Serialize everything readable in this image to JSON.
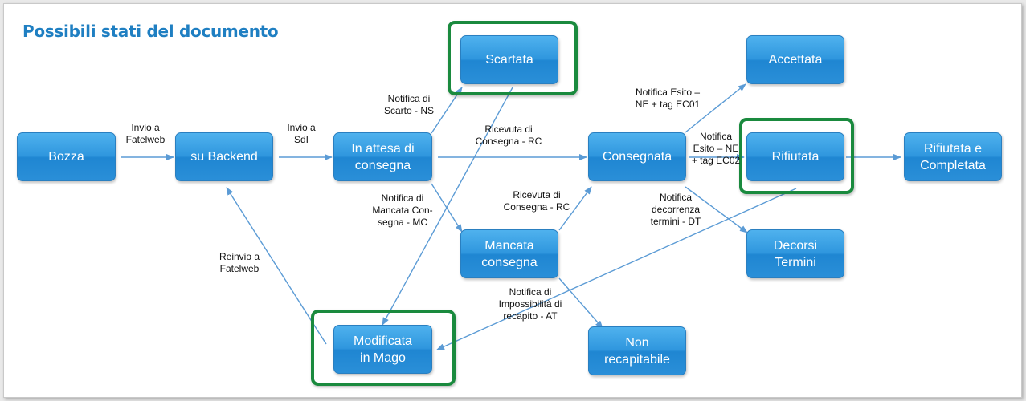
{
  "title": "Possibili stati del documento",
  "colors": {
    "title": "#1f7fc2",
    "node_fill": "#2f96de",
    "arrow": "#5b9bd5",
    "highlight": "#1a8a3e"
  },
  "nodes": {
    "bozza": "Bozza",
    "backend": "su Backend",
    "attesa": "In attesa di\nconsegna",
    "scartata": "Scartata",
    "consegnata": "Consegnata",
    "accettata": "Accettata",
    "rifiutata": "Rifiutata",
    "rifiutata_completata": "Rifiutata e\nCompletata",
    "mancata": "Mancata\nconsegna",
    "decorsi": "Decorsi\nTermini",
    "non_recapitabile": "Non\nrecapitabile",
    "modificata": "Modificata\nin Mago"
  },
  "labels": {
    "invio_fatelweb": "Invio  a\nFatelweb",
    "invio_sdi": "Invio  a\nSdI",
    "notifica_scarto": "Notifica di\nScarto - NS",
    "ricevuta_consegna_1": "Ricevuta di\nConsegna  - RC",
    "notifica_mancata": "Notifica di\nMancata Con-\nsegna - MC",
    "ricevuta_consegna_2": "Ricevuta di\nConsegna  - RC",
    "notifica_esito_ec01": "Notifica Esito –\nNE + tag EC01",
    "notifica_esito_ec02": "Notifica\nEsito – NE\n+ tag EC02",
    "notifica_decorrenza": "Notifica\ndecorrenza\ntermini - DT",
    "reinvio_fatelweb": "Reinvio  a\nFatelweb",
    "notifica_impossibilita": "Notifica di\nImpossibilità di\nrecapito - AT"
  }
}
